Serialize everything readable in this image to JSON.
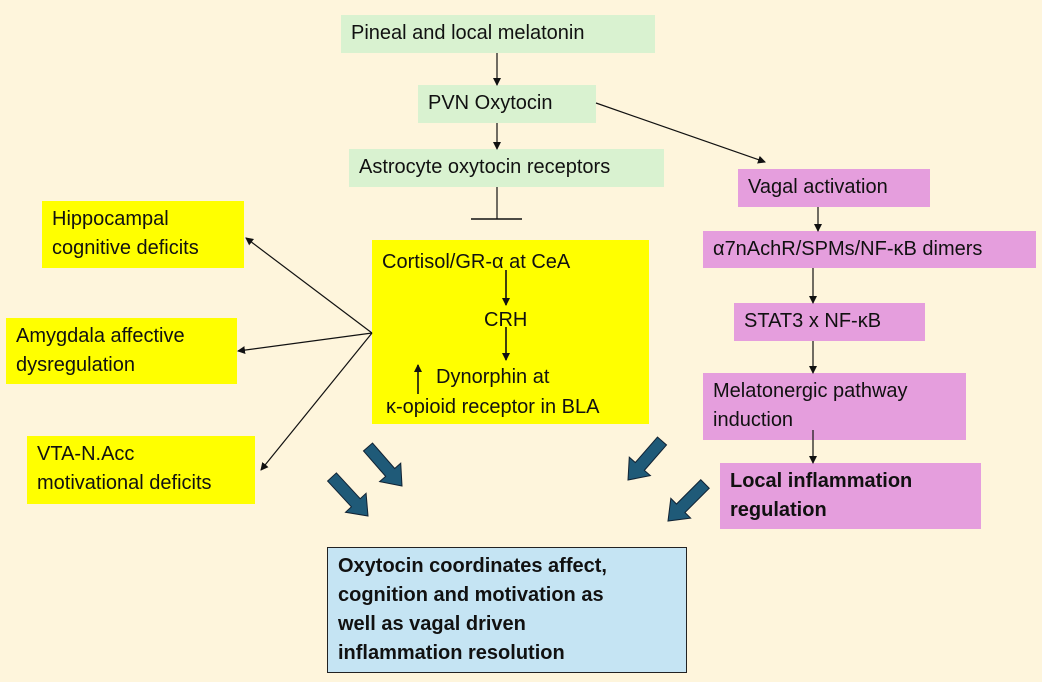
{
  "center_chain": {
    "pineal": "Pineal and local melatonin",
    "pvn": "PVN Oxytocin",
    "astrocyte": "Astrocyte oxytocin receptors"
  },
  "amygdala_box": {
    "line1": "Cortisol/GR-α  at CeA",
    "line2": "CRH",
    "line3": "Dynorphin at",
    "line4": "κ-opioid receptor in BLA"
  },
  "outcomes": {
    "hippocampal": [
      "Hippocampal",
      "cognitive deficits"
    ],
    "amygdala": [
      "Amygdala affective",
      "dysregulation"
    ],
    "vta": [
      "VTA-N.Acc",
      "motivational deficits"
    ]
  },
  "vagal_chain": {
    "vagal": "Vagal activation",
    "a7": "α7nAchR/SPMs/NF-κB dimers",
    "stat3": "STAT3 x NF-κB",
    "melatonergic": [
      "Melatonergic pathway",
      "induction"
    ],
    "local": [
      "Local inflammation",
      "regulation"
    ]
  },
  "conclusion": [
    "Oxytocin coordinates affect,",
    "cognition and motivation as",
    "well as vagal driven",
    "inflammation resolution"
  ],
  "colors": {
    "background": "#fef5dc",
    "green": "#d9f2d0",
    "yellow": "#ffff00",
    "pink": "#e59edd",
    "blue": "#c5e4f3",
    "thick_arrow": "#1f5a78"
  }
}
